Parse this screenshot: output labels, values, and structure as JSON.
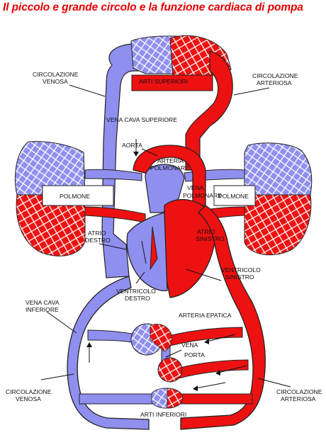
{
  "title": "Il piccolo e grande circolo e la funzione cardiaca di pompa",
  "colors": {
    "arterial": "#ee1111",
    "venous": "#8f8ff0",
    "outline": "#222222",
    "title": "#e60000"
  },
  "labels": {
    "circ_venosa_top": [
      "CIRCOLAZIONE",
      "VENOSA"
    ],
    "arti_superiori": "ARTI SUPERIORI",
    "circ_arteriosa_top": [
      "CIRCOLAZIONE",
      "ARTERIOSA"
    ],
    "vena_cava_superiore": "VENA CAVA SUPERIORE",
    "aorta": "AORTA",
    "arteria_polmonare": [
      "ARTERIA",
      "POLMONARE"
    ],
    "polmone_left": "POLMONE",
    "vena_polmonare": [
      "VENA",
      "POLMONARE"
    ],
    "polmone_right": "POLMONE",
    "atrio_destro": [
      "ATRIO",
      "DESTRO"
    ],
    "atrio_sinistro": [
      "ATRIO",
      "SINISTRO"
    ],
    "ventricolo_sinistro": [
      "VENTRICOLO",
      "SINISTRO"
    ],
    "vena_cava_inferiore": [
      "VENA CAVA",
      "INFERIORE"
    ],
    "ventricolo_destro": [
      "VENTRICOLO",
      "DESTRO"
    ],
    "arteria_epatica": "ARTERIA EPATICA",
    "vena_porta": [
      "VENA",
      "PORTA"
    ],
    "circ_venosa_bottom": [
      "CIRCOLAZIONE",
      "VENOSA"
    ],
    "circ_arteriosa_bottom": [
      "CIRCOLAZIONE",
      "ARTERIOSA"
    ],
    "arti_inferiori": "ARTI INFERIORI"
  }
}
